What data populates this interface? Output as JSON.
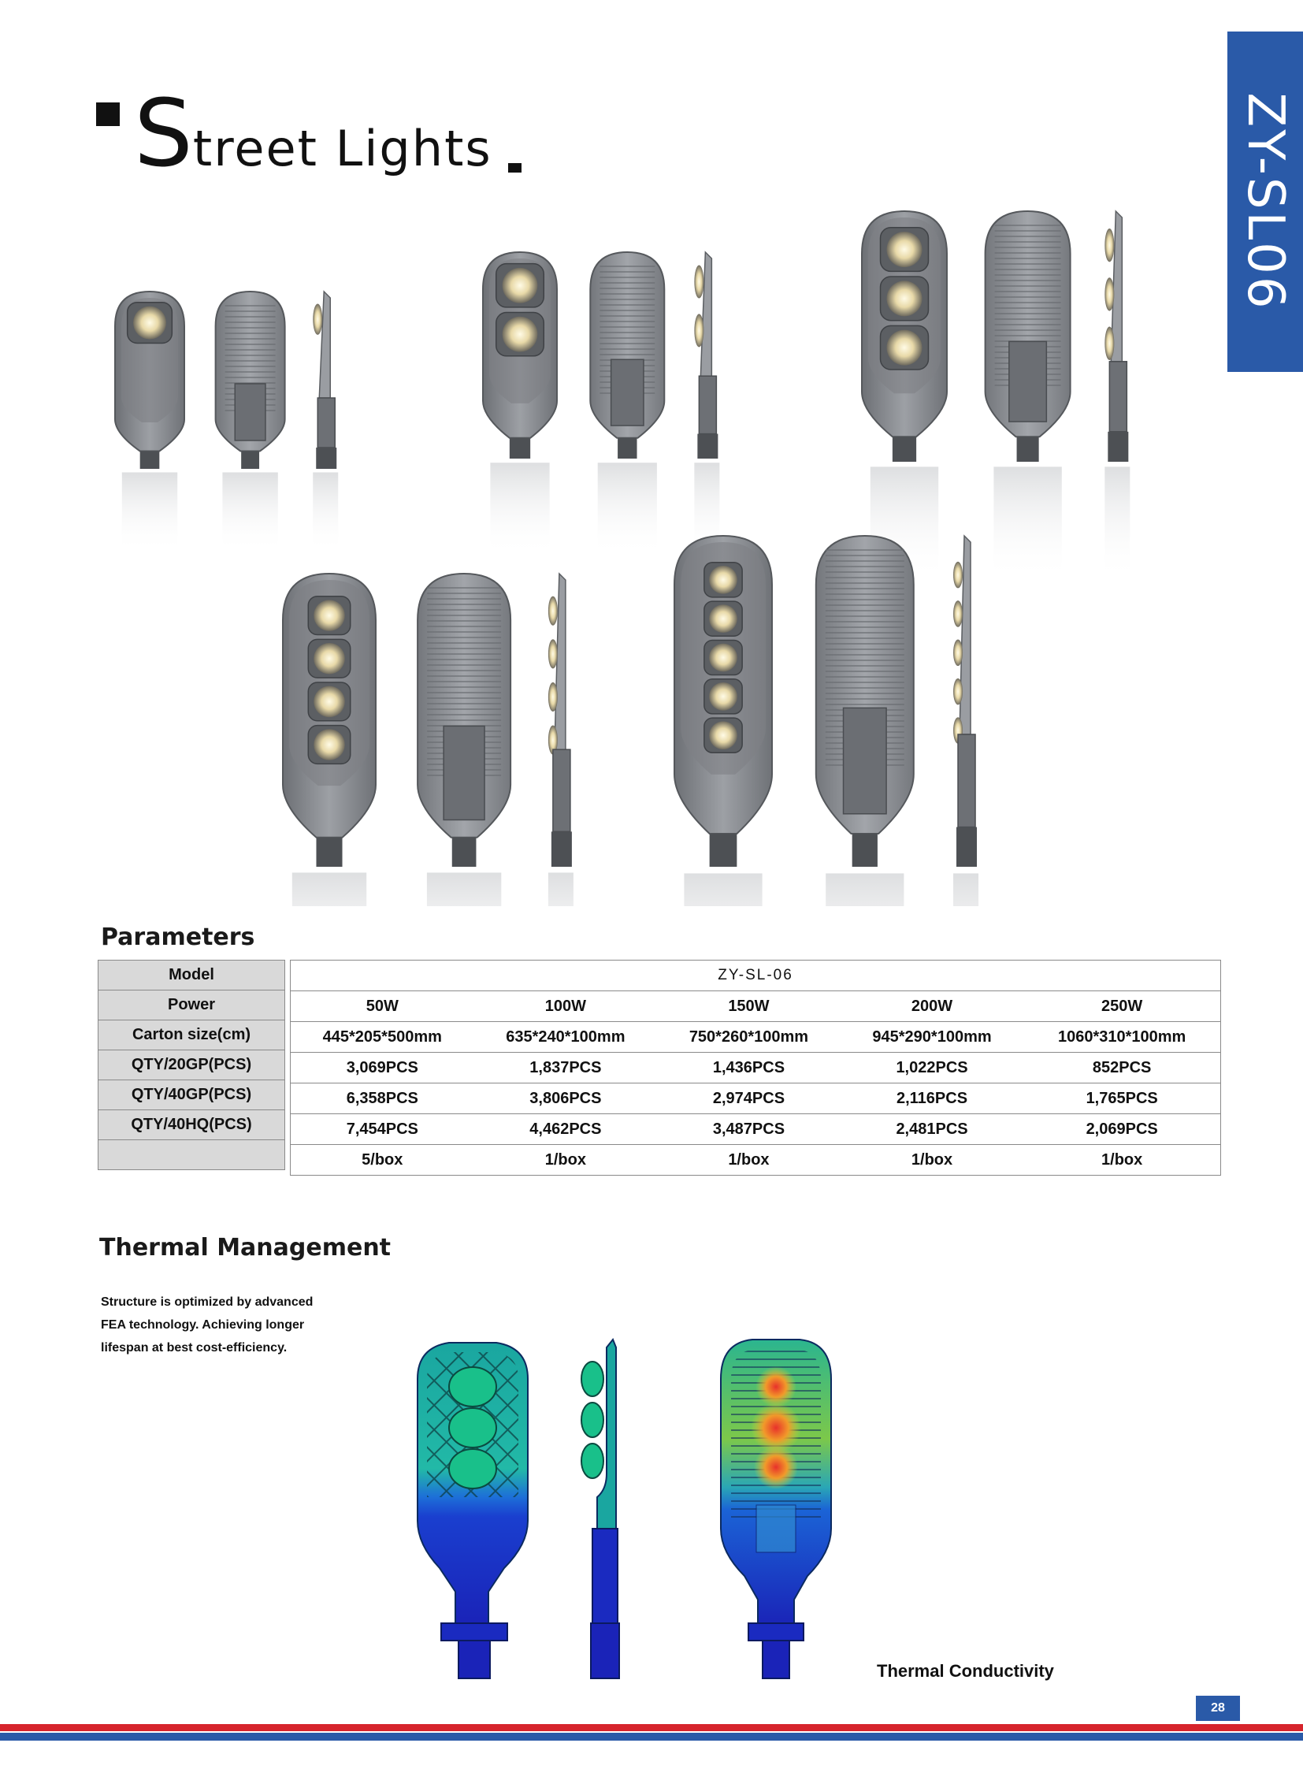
{
  "header": {
    "title_first": "S",
    "title_rest": "treet Lights"
  },
  "side_tab": {
    "text": "ZY-SL06"
  },
  "products": [
    {
      "leds": 1
    },
    {
      "leds": 2
    },
    {
      "leds": 3
    },
    {
      "leds": 4
    },
    {
      "leds": 5
    }
  ],
  "parameters": {
    "title": "Parameters",
    "labels": [
      "Model",
      "Power",
      "Carton size(cm)",
      "QTY/20GP(PCS)",
      "QTY/40GP(PCS)",
      "QTY/40HQ(PCS)",
      ""
    ],
    "model": "ZY-SL-06",
    "power": [
      "50W",
      "100W",
      "150W",
      "200W",
      "250W"
    ],
    "carton_size": [
      "445*205*500mm",
      "635*240*100mm",
      "750*260*100mm",
      "945*290*100mm",
      "1060*310*100mm"
    ],
    "qty_20gp": [
      "3,069PCS",
      "1,837PCS",
      "1,436PCS",
      "1,022PCS",
      "852PCS"
    ],
    "qty_40gp": [
      "6,358PCS",
      "3,806PCS",
      "2,974PCS",
      "2,116PCS",
      "1,765PCS"
    ],
    "qty_40hq": [
      "7,454PCS",
      "4,462PCS",
      "3,487PCS",
      "2,481PCS",
      "2,069PCS"
    ],
    "packing": [
      "5/box",
      "1/box",
      "1/box",
      "1/box",
      "1/box"
    ]
  },
  "thermal": {
    "title": "Thermal  Management",
    "desc_lines": [
      "Structure is optimized by advanced",
      "FEA  technology. Achieving longer",
      "lifespan at best cost-efficiency."
    ],
    "caption": "Thermal Conductivity"
  },
  "footer": {
    "page_number": "28"
  },
  "colors": {
    "accent_blue": "#2a5aa8",
    "footer_red": "#d6242c",
    "housing_gray": "#8c8f94"
  }
}
